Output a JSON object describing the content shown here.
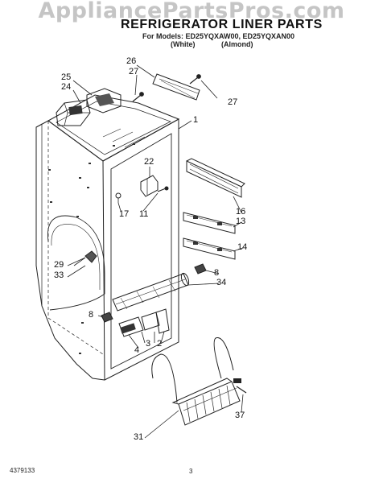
{
  "header": {
    "watermark": "AppliancePartsPros.com",
    "title": "REFRIGERATOR LINER PARTS",
    "models_line": "For Models: ED25YQXAW00, ED25YQXAN00",
    "variant_white": "(White)",
    "variant_almond": "(Almond)"
  },
  "callouts": [
    "26",
    "27",
    "25",
    "24",
    "27",
    "1",
    "22",
    "17",
    "11",
    "16",
    "13",
    "14",
    "29",
    "33",
    "8",
    "34",
    "8",
    "3",
    "4",
    "2",
    "31",
    "37"
  ],
  "footer": {
    "doc_id": "4379133",
    "page_number": "3"
  }
}
